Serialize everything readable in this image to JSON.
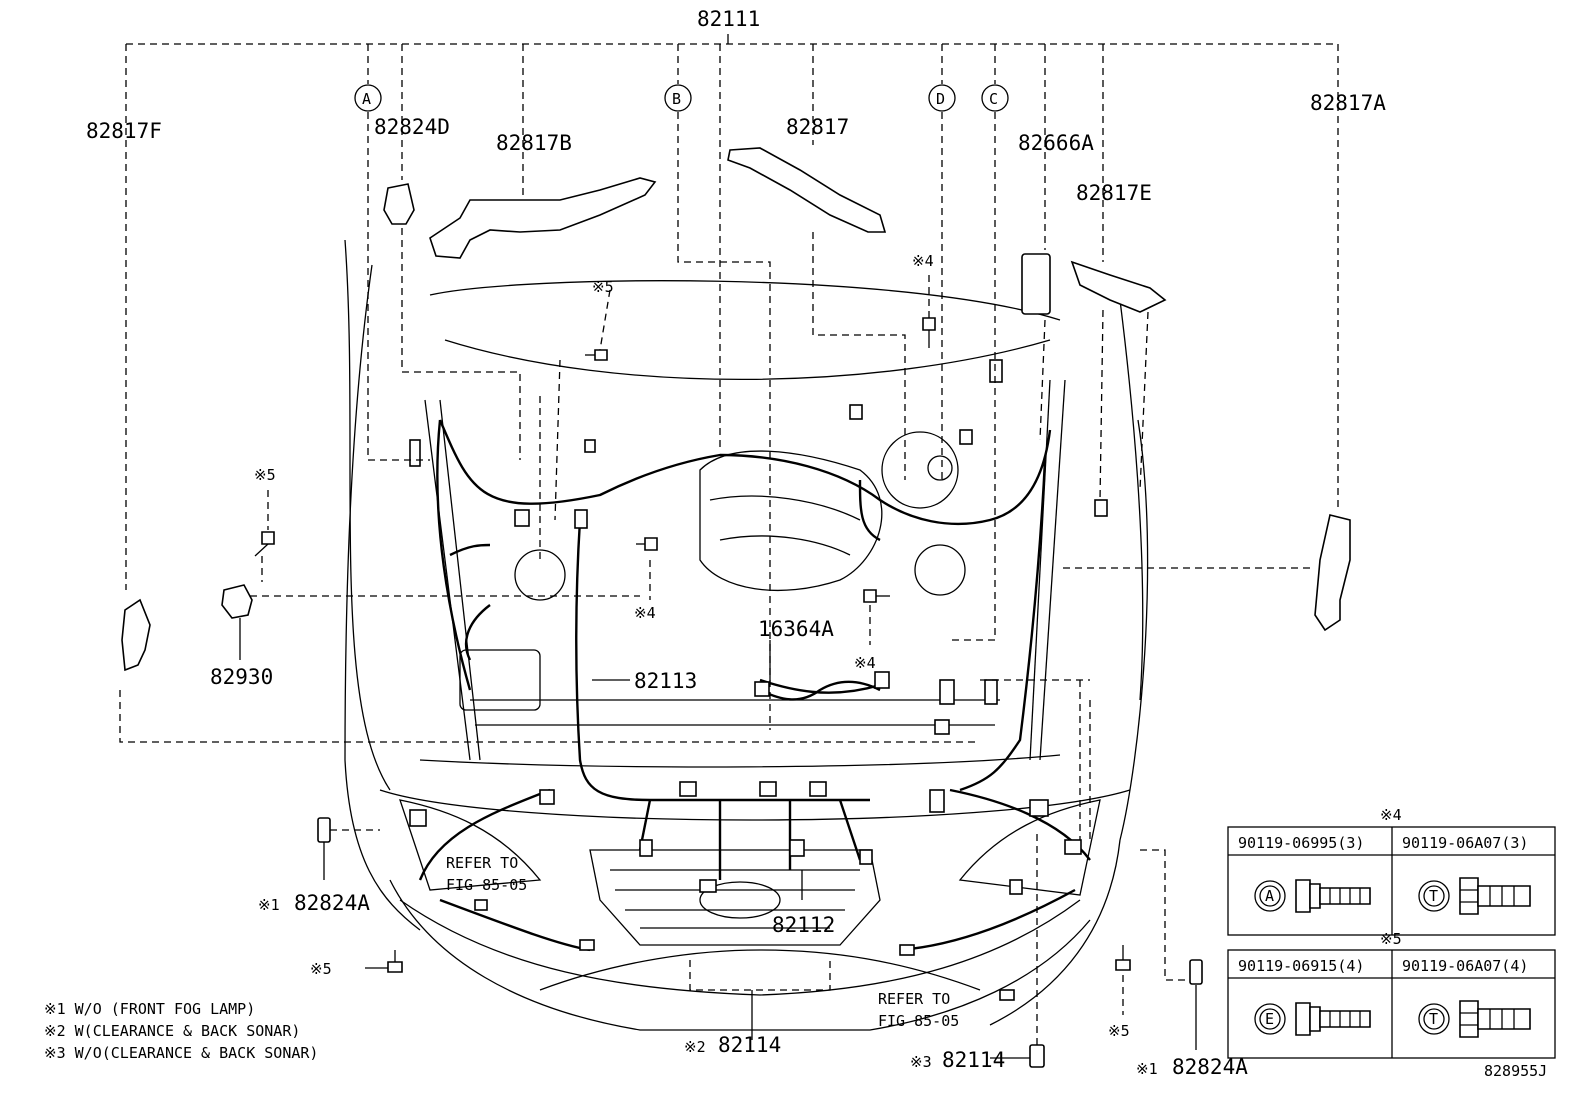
{
  "diagram": {
    "labels": {
      "main_harness": "82111",
      "p82817F": "82817F",
      "p82824D": "82824D",
      "p82817B": "82817B",
      "p82817": "82817",
      "p82666A": "82666A",
      "p82817E": "82817E",
      "p82817A": "82817A",
      "p82930": "82930",
      "p16364A": "16364A",
      "p82113": "82113",
      "p82112": "82112",
      "p82824A_left": "82824A",
      "p82824A_right": "82824A",
      "p82114_center": "82114",
      "p82114_right": "82114",
      "diagram_code": "828955J"
    },
    "callouts": {
      "A": "A",
      "B": "B",
      "C": "C",
      "D": "D"
    },
    "marks": {
      "note1": "※1",
      "note2": "※2",
      "note3": "※3",
      "note4": "※4",
      "note5": "※5"
    },
    "refer_left": {
      "line1": "REFER TO",
      "line2": "FIG 85-05"
    },
    "refer_right": {
      "line1": "REFER TO",
      "line2": "FIG 85-05"
    },
    "notes": [
      "※1 W/O (FRONT FOG LAMP)",
      "※2 W(CLEARANCE & BACK SONAR)",
      "※3 W/O(CLEARANCE & BACK SONAR)"
    ],
    "fastener_tables": [
      {
        "header": "※4",
        "cells": [
          {
            "part_no": "90119-06995(3)",
            "symbol": "A"
          },
          {
            "part_no": "90119-06A07(3)",
            "symbol": "T"
          }
        ]
      },
      {
        "header": "※5",
        "cells": [
          {
            "part_no": "90119-06915(4)",
            "symbol": "E"
          },
          {
            "part_no": "90119-06A07(4)",
            "symbol": "T"
          }
        ]
      }
    ]
  }
}
